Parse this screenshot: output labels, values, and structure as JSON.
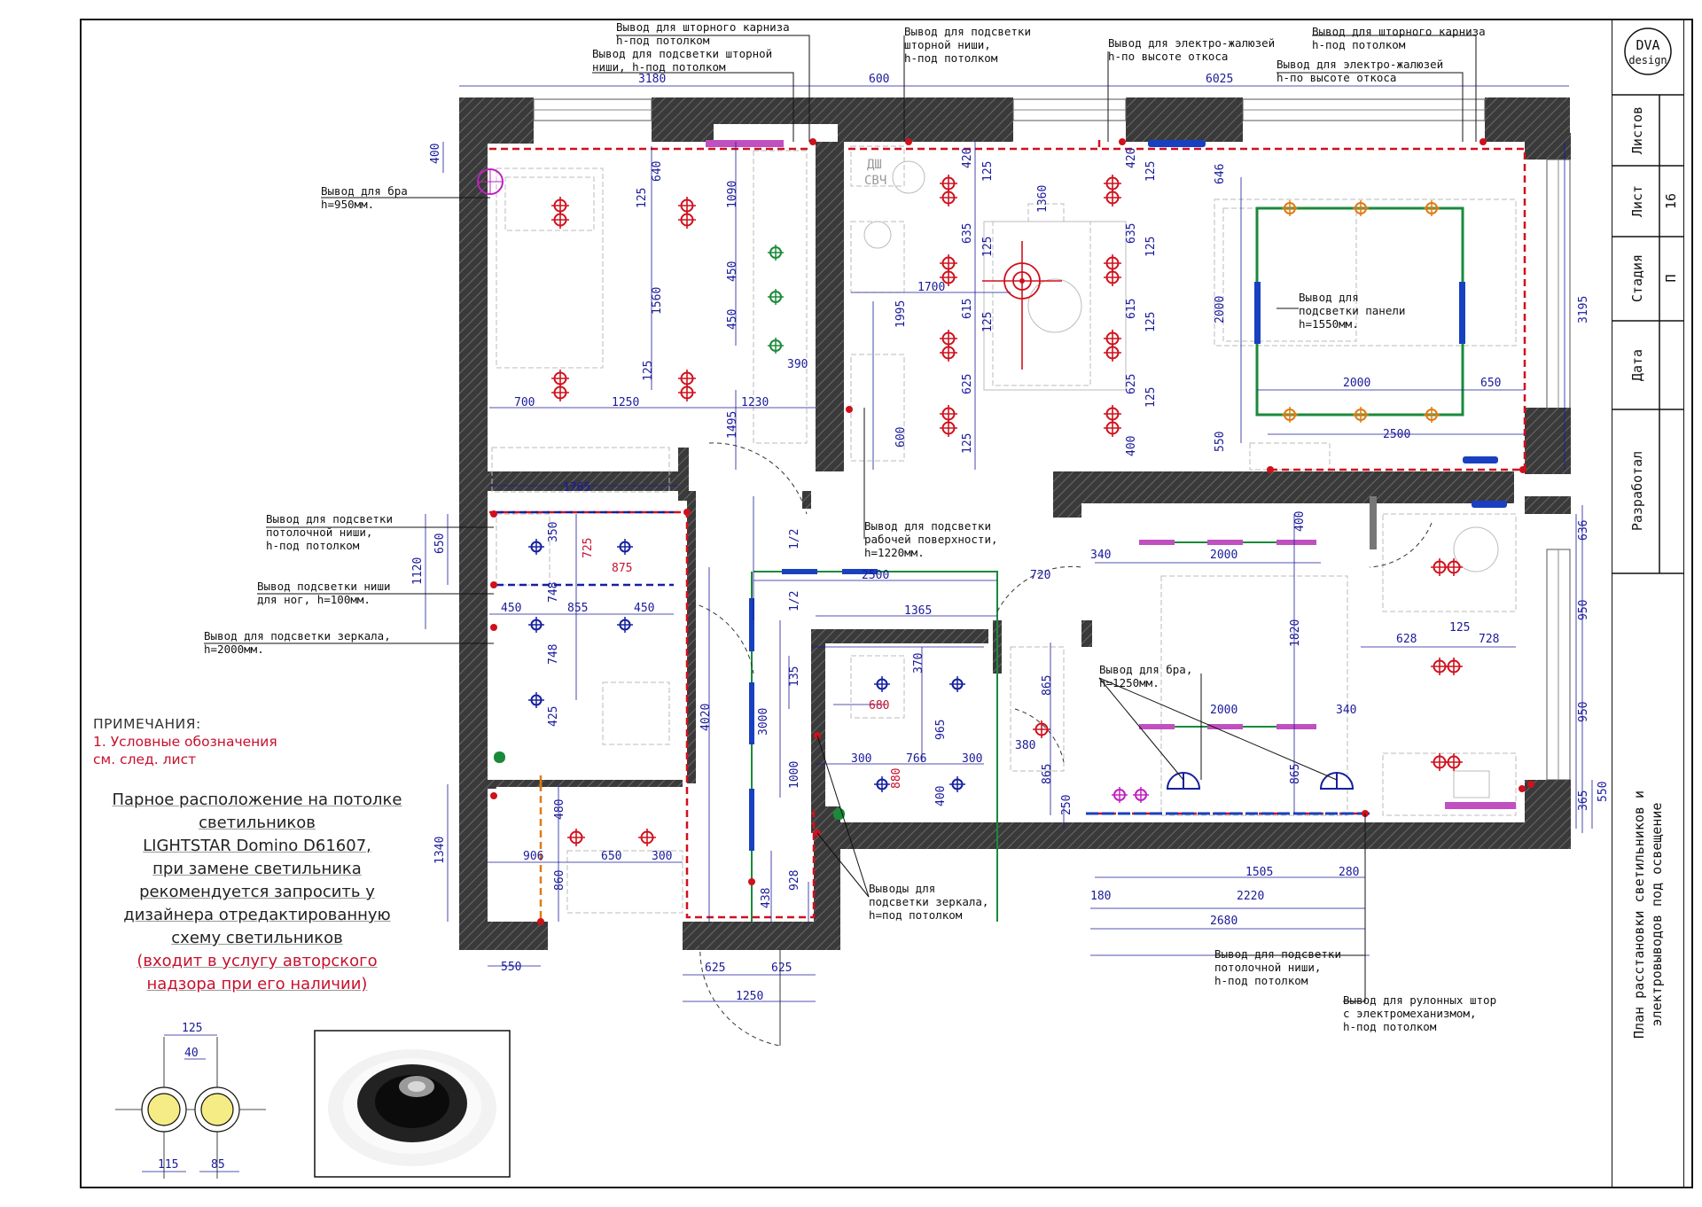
{
  "title_block": {
    "logo_text_1": "DVA",
    "logo_text_2": "design",
    "fields": [
      {
        "label": "Листов",
        "value": ""
      },
      {
        "label": "Лист",
        "value": "16"
      },
      {
        "label": "Стадия",
        "value": "П"
      },
      {
        "label": "Дата",
        "value": ""
      },
      {
        "label": "Разработал",
        "value": ""
      }
    ],
    "sheet_title_1": "План расстановки светильников и",
    "sheet_title_2": "электровыводов под освещение"
  },
  "notes": {
    "heading": "ПРИМЕЧАНИЯ:",
    "line1": "1. Условные обозначения",
    "line2": "см. след. лист",
    "pair_lines": [
      "Парное расположение на потолке",
      "светильников",
      "LIGHTSTAR Domino D61607,",
      "при замене светильника",
      "рекомендуется запросить у",
      "дизайнера отредактированную",
      "схему светильников"
    ],
    "pair_red_1": "(входит в услугу авторского",
    "pair_red_2": "надзора при его наличии)"
  },
  "detail_dims": {
    "d125": "125",
    "d40": "40",
    "d115": "115",
    "d85": "85"
  },
  "callouts": {
    "c1a": "Вывод для шторного карниза",
    "c1b": "h-под потолком",
    "c2a": "Вывод для подсветки шторной",
    "c2b": "ниши, h-под потолком",
    "c3a": "Вывод для подсветки",
    "c3b": "шторной ниши,",
    "c3c": "h-под потолком",
    "c4a": "Вывод для электро-жалюзей",
    "c4b": "h-по высоте откоса",
    "c5a": "Вывод для шторного карниза",
    "c5b": "h-под потолком",
    "c6a": "Вывод для электро-жалюзей",
    "c6b": "h-по высоте откоса",
    "c7a": "Вывод для бра",
    "c7b": "h=950мм.",
    "c8a": "Вывод для",
    "c8b": "подсветки панели",
    "c8c": "h=1550мм.",
    "c9a": "Вывод для подсветки",
    "c9b": "потолочной ниши,",
    "c9c": "h-под потолком",
    "c10a": "Вывод подсветки ниши",
    "c10b": "для ног, h=100мм.",
    "c11a": "Вывод для подсветки зеркала,",
    "c11b": "h=2000мм.",
    "c12a": "Вывод для подсветки",
    "c12b": "рабочей поверхности,",
    "c12c": "h=1220мм.",
    "c13a": "Вывод для бра,",
    "c13b": "h=1250мм.",
    "c14a": "Выводы для",
    "c14b": "подсветки зеркала,",
    "c14c": "h=под потолком",
    "c15a": "Вывод для подсветки",
    "c15b": "потолочной ниши,",
    "c15c": "h-под потолком",
    "c16a": "Вывод для рулонных штор",
    "c16b": "с электромеханизмом,",
    "c16c": "h-под потолком",
    "dsh": "ДШ",
    "svch": "СВЧ"
  },
  "dims": {
    "d3180": "3180",
    "d600a": "600",
    "d6025": "6025",
    "d400a": "400",
    "d640": "640",
    "d1090": "1090",
    "d125a": "125",
    "d1560": "1560",
    "d450a": "450",
    "d450b": "450",
    "d390": "390",
    "d125b": "125",
    "d700": "700",
    "d1250a": "1250",
    "d1230": "1230",
    "d1495": "1495",
    "d1765": "1765",
    "d420a": "420",
    "d125c": "125",
    "d635a": "635",
    "d125d": "125",
    "d1360": "1360",
    "d1700": "1700",
    "d615a": "615",
    "d125e": "125",
    "d1995": "1995",
    "d625a": "625",
    "d125f": "125",
    "d600b": "600",
    "d420b": "420",
    "d125g": "125",
    "d635b": "635",
    "d125h": "125",
    "d615b": "615",
    "d125i": "125",
    "d625b": "625",
    "d125j": "125",
    "d400b": "400",
    "d646": "646",
    "d2000a": "2000",
    "d2000b": "2000",
    "d650a": "650",
    "d550a": "550",
    "d2500a": "2500",
    "d3195": "3195",
    "d650b": "650",
    "d1120": "1120",
    "d350": "350",
    "d725": "725",
    "d875": "875",
    "d450c": "450",
    "d855": "855",
    "d450d": "450",
    "d748a": "748",
    "d748b": "748",
    "d425": "425",
    "d1_2a": "1/2",
    "d1_2b": "1/2",
    "d2500b": "2500",
    "d720": "720",
    "d340a": "340",
    "d2000c": "2000",
    "d400c": "400",
    "d636": "636",
    "d1365": "1365",
    "d135": "135",
    "d370": "370",
    "d680": "680",
    "d965": "965",
    "d865a": "865",
    "d4020": "4020",
    "d3000": "3000",
    "d1000": "1000",
    "d300a": "300",
    "d766": "766",
    "d300b": "300",
    "d880": "880",
    "d400d": "400",
    "d380": "380",
    "d865b": "865",
    "d1820": "1820",
    "d2000d": "2000",
    "d340b": "340",
    "d865c": "865",
    "d628": "628",
    "d125k": "125",
    "d728": "728",
    "d950a": "950",
    "d950b": "950",
    "d550b": "550",
    "d365": "365",
    "d250": "250",
    "d1340": "1340",
    "d480": "480",
    "d906": "906",
    "d650c": "650",
    "d300c": "300",
    "d860": "860",
    "d928": "928",
    "d438": "438",
    "d550c": "550",
    "d625c": "625",
    "d625d": "625",
    "d1250b": "1250",
    "d1505": "1505",
    "d280": "280",
    "d180": "180",
    "d2220": "2220",
    "d2680": "2680"
  }
}
